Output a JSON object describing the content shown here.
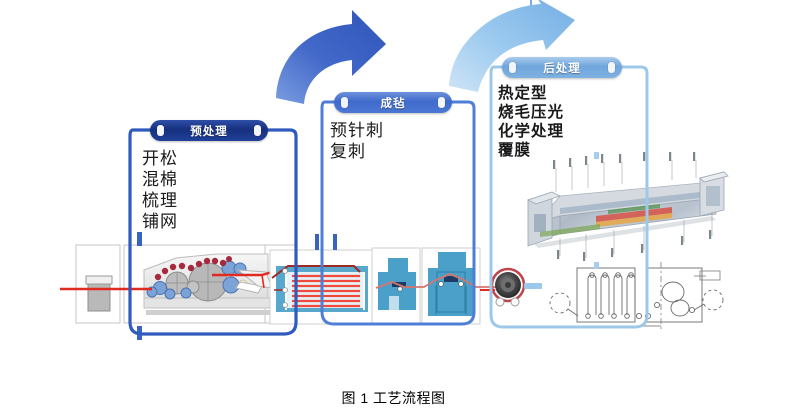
{
  "figure": {
    "caption": "图 1 工艺流程图"
  },
  "stages": [
    {
      "id": "pretreatment",
      "header": "预处理",
      "lines": "开松\n混棉\n梳理\n铺网",
      "color": "#16307e",
      "machine": "bale-opener-carding-lapping-machine"
    },
    {
      "id": "felting",
      "header": "成毡",
      "lines": "预针刺\n复刺",
      "color": "#4d77d4",
      "machine": "pre-needle-punch-and-needle-loom"
    },
    {
      "id": "post-treatment",
      "header": "后处理",
      "lines": "热定型\n烧毛压光\n化学处理\n覆膜",
      "color": "#7fb2e2",
      "machine": "stenter-finishing-line"
    }
  ],
  "arrows": [
    {
      "id": "arrow-pretreatment-to-felting",
      "color": "#3d63c4"
    },
    {
      "id": "arrow-felting-to-posttreatment",
      "color": "#8dc2ea"
    }
  ],
  "colors": {
    "frame_dark": "#2f5bbf",
    "frame_mid": "#4f7ed6",
    "frame_light": "#9ec8ea",
    "machine_blue": "#4aa0c8",
    "web_red": "#e02b20",
    "roller_blue": "#6f9fd8",
    "background": "#ffffff"
  }
}
